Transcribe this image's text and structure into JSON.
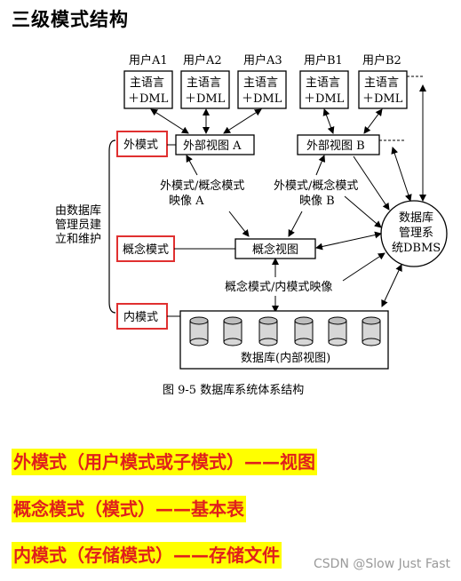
{
  "title": "三级模式结构",
  "users": [
    {
      "name": "用户A1",
      "lang1": "主语言",
      "lang2": "＋DML"
    },
    {
      "name": "用户A2",
      "lang1": "主语言",
      "lang2": "＋DML"
    },
    {
      "name": "用户A3",
      "lang1": "主语言",
      "lang2": "＋DML"
    },
    {
      "name": "用户B1",
      "lang1": "主语言",
      "lang2": "＋DML"
    },
    {
      "name": "用户B2",
      "lang1": "主语言",
      "lang2": "＋DML"
    }
  ],
  "labels": {
    "external_schema": "外模式",
    "conceptual_schema": "概念模式",
    "internal_schema": "内模式",
    "maintainer_line1": "由数据库",
    "maintainer_line2": "管理员建",
    "maintainer_line3": "立和维护",
    "external_view_a": "外部视图 A",
    "external_view_b": "外部视图 B",
    "mapping_a_line1": "外模式/概念模式",
    "mapping_a_line2": "映像 A",
    "mapping_b_line1": "外模式/概念模式",
    "mapping_b_line2": "映像 B",
    "conceptual_view": "概念视图",
    "conceptual_internal_mapping": "概念模式/内模式映像",
    "database": "数据库(内部视图)",
    "dbms_line1": "数据库",
    "dbms_line2": "管理系",
    "dbms_line3": "统DBMS"
  },
  "caption": "图 9-5    数据库系统体系结构",
  "highlights": [
    "外模式（用户模式或子模式）——视图",
    "概念模式（模式）——基本表",
    "内模式（存储模式）——存储文件"
  ],
  "watermark": "CSDN @Slow Just Fast",
  "colors": {
    "highlight_bg": "#ffff00",
    "highlight_text": "#e0201c",
    "red_box": "#e03030"
  }
}
